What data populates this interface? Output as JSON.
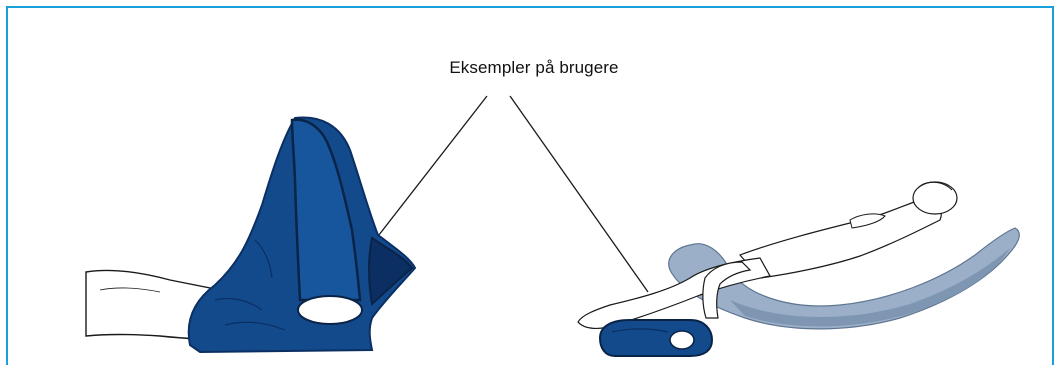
{
  "caption": "Eksempler på brugere",
  "colors": {
    "frame": "#1aa0d8",
    "cushion": "#124a8c",
    "cushion_dark": "#0b2f63",
    "pillow": "#9bb0c8",
    "pillow_shade": "#7f96b2",
    "outline": "#1a1a1a"
  },
  "illustrations": [
    {
      "name": "foot-in-boot-illustration"
    },
    {
      "name": "person-on-pillow-illustration"
    }
  ]
}
